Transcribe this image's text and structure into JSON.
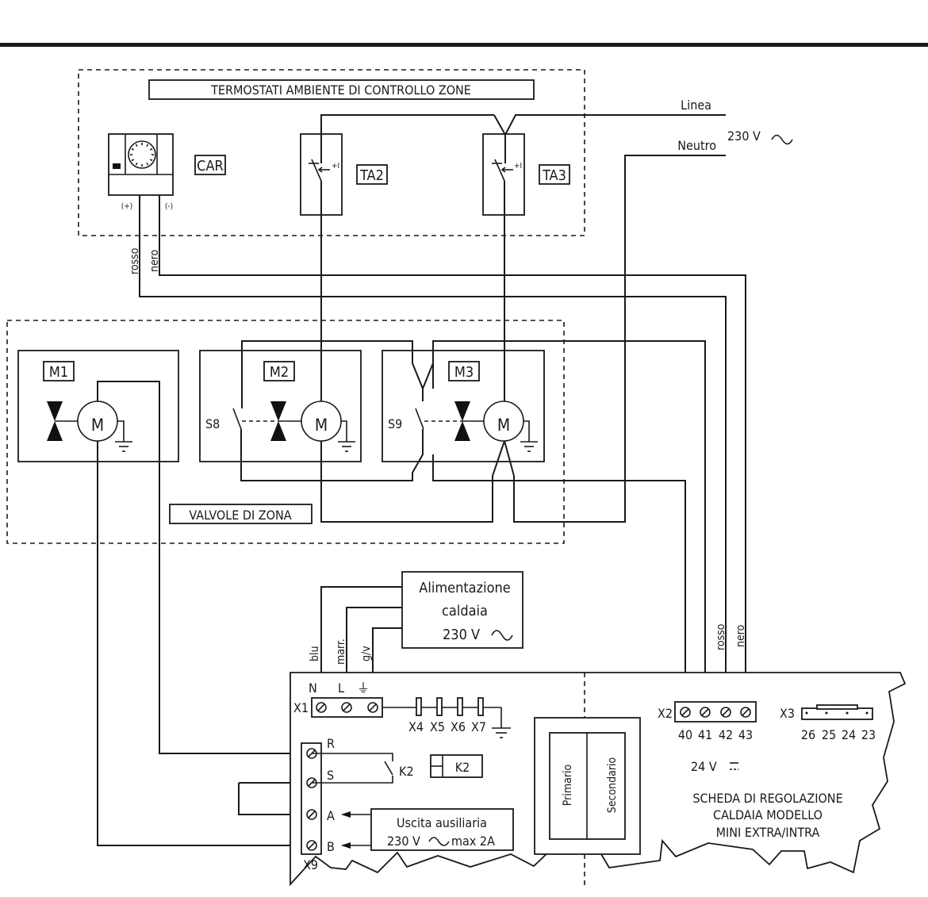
{
  "thermostats_group": {
    "title": "TERMOSTATI AMBIENTE DI CONTROLLO ZONE",
    "car_label": "CAR",
    "car_plus": "(+)",
    "car_minus": "(-)",
    "ta2_label": "TA2",
    "ta3_label": "TA3",
    "switch_mark": "+I"
  },
  "mains": {
    "line_label": "Linea",
    "neutral_label": "Neutro",
    "voltage_label": "230 V"
  },
  "wire_colors": {
    "red": "rosso",
    "black": "nero",
    "blue": "blu",
    "brown": "marr.",
    "yellow_green": "g/v"
  },
  "valves_group": {
    "title": "VALVOLE DI ZONA",
    "valves": [
      {
        "label": "M1",
        "motor": "M"
      },
      {
        "label": "M2",
        "motor": "M",
        "switch": "S8"
      },
      {
        "label": "M3",
        "motor": "M",
        "switch": "S9"
      }
    ]
  },
  "boiler_supply": {
    "line1": "Alimentazione",
    "line2": "caldaia",
    "line3": "230 V"
  },
  "board": {
    "x1_label": "X1",
    "x1_terminals": [
      "N",
      "L",
      "⏚"
    ],
    "fuses": [
      "X4",
      "X5",
      "X6",
      "X7"
    ],
    "x9_label": "X9",
    "x9_terminals": [
      "R",
      "S",
      "A",
      "B"
    ],
    "k2_contact": "K2",
    "k2_relay": "K2",
    "aux_output_line1": "Uscita ausiliaria",
    "aux_output_line2": "230 V",
    "aux_output_max": "max 2A",
    "transformer_primary": "Primario",
    "transformer_secondary": "Secondario",
    "x2_label": "X2",
    "x2_terminals": [
      "40",
      "41",
      "42",
      "43"
    ],
    "x3_label": "X3",
    "x3_terminals": [
      "26",
      "25",
      "24",
      "23"
    ],
    "dc_voltage": "24 V",
    "board_title_line1": "SCHEDA DI REGOLAZIONE",
    "board_title_line2": "CALDAIA MODELLO",
    "board_title_line3": "MINI EXTRA/INTRA"
  }
}
